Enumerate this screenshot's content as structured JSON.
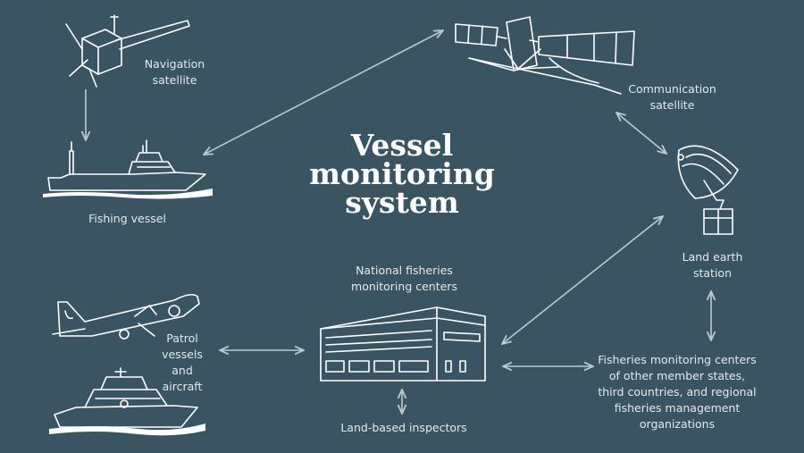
{
  "title": "Vessel monitoring system",
  "nodes": {
    "navigation_satellite": "Navigation satellite",
    "communication_satellite": "Communication satellite",
    "fishing_vessel": "Fishing vessel",
    "land_earth_station": "Land earth station",
    "national_centers": "National fisheries monitoring centers",
    "patrol": "Patrol vessels and aircraft",
    "inspectors": "Land-based inspectors",
    "other_centers": "Fisheries monitoring centers of other member states, third countries, and regional fisheries management organizations"
  },
  "icons": [
    "navigation-satellite-icon",
    "communication-satellite-icon",
    "fishing-vessel-icon",
    "satellite-dish-icon",
    "building-icon",
    "patrol-aircraft-icon",
    "patrol-boat-icon"
  ],
  "colors": {
    "background": "#3b5461",
    "lines": "#ffffff",
    "arrows": "#bccbd3"
  }
}
